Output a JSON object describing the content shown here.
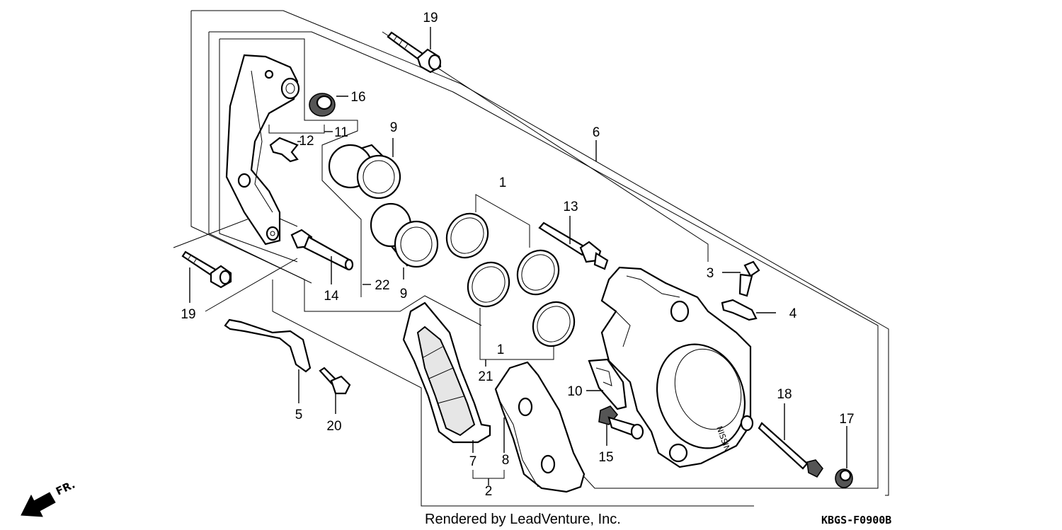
{
  "diagram": {
    "labels": {
      "p1_top": "1",
      "p1_bottom": "1",
      "p2": "2",
      "p3": "3",
      "p4": "4",
      "p5": "5",
      "p6": "6",
      "p7": "7",
      "p8": "8",
      "p9_top": "9",
      "p9_bottom": "9",
      "p10": "10",
      "p11": "11",
      "p12": "12",
      "p13": "13",
      "p14": "14",
      "p15": "15",
      "p16": "16",
      "p17": "17",
      "p18": "18",
      "p19_top": "19",
      "p19_left": "19",
      "p20": "20",
      "p21": "21",
      "p22": "22"
    },
    "caliper_brand": "NISSIN",
    "direction_indicator": "FR.",
    "credit": "Rendered by LeadVenture, Inc.",
    "drawing_code": "KBGS-F0900B"
  }
}
